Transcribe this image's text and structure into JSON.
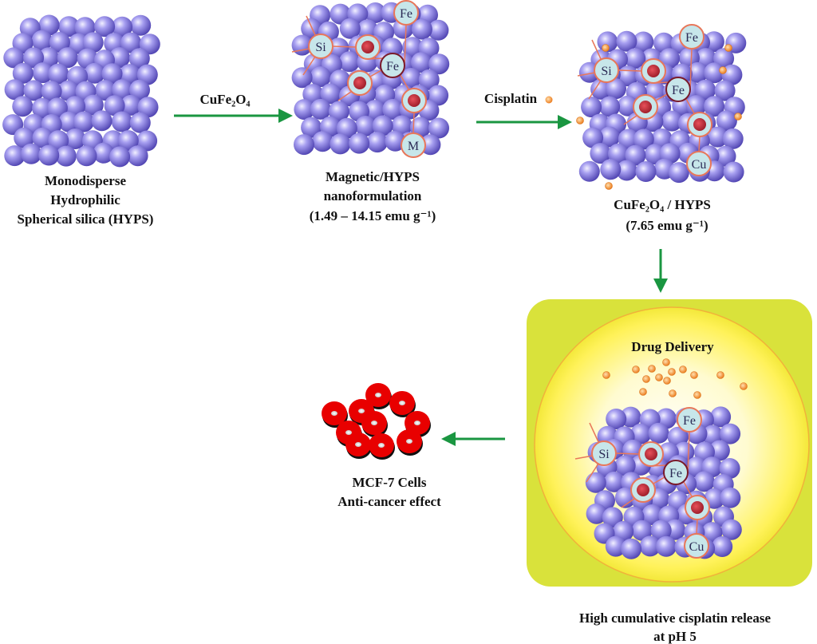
{
  "colors": {
    "arrow": "#1a9641",
    "sphere_light": "#e6e4ff",
    "sphere_mid": "#8f86e6",
    "sphere_dark": "#4b3fb0",
    "node_fill": "#c7e6ea",
    "node_stroke": "#e8775a",
    "core": "#c8323f",
    "drug": "#f39a3a",
    "panel": "#d9e23b",
    "cell": "#e80000"
  },
  "stage1": {
    "lines": [
      "Monodisperse",
      "Hydrophilic",
      "Spherical silica (HYPS)"
    ]
  },
  "step1": {
    "reagent": "CuFe₂O₄"
  },
  "stage2": {
    "lines": [
      "Magnetic/HYPS",
      "nanoformulation",
      "(1.49 – 14.15 emu g⁻¹)"
    ],
    "nodes": [
      "Si",
      "Fe",
      "Fe",
      "M"
    ]
  },
  "step2": {
    "reagent": "Cisplatin"
  },
  "stage3": {
    "lines": [
      "CuFe₂O₄ / HYPS",
      "(7.65 emu g⁻¹)"
    ],
    "nodes": [
      "Si",
      "Fe",
      "Fe",
      "Cu"
    ]
  },
  "delivery": {
    "title": "Drug Delivery",
    "nodes": [
      "Si",
      "Fe",
      "Fe",
      "Cu"
    ],
    "caption": [
      "High cumulative cisplatin release",
      "at pH 5"
    ]
  },
  "cells": {
    "lines": [
      "MCF-7 Cells",
      "Anti-cancer effect"
    ]
  }
}
